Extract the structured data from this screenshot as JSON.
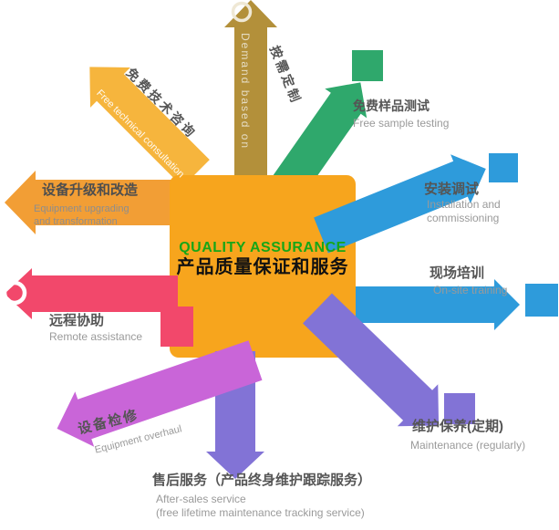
{
  "palette": {
    "hub_orange": "#F7A51D",
    "gold": "#B3903A",
    "yellow": "#F6B53D",
    "orange": "#F29E35",
    "red": "#F2486B",
    "orchid": "#C965D8",
    "purple": "#8273D6",
    "blue": "#2E9BDB",
    "green": "#2FA86C",
    "ring": "#FFFFFF",
    "label_dark": "#555555",
    "label_gray": "#9A9A9A"
  },
  "center": {
    "title_en": "QUALITY ASSURANCE",
    "title_zh": "产品质量保证和服务"
  },
  "spokes": {
    "demand": {
      "zh": "按需定制",
      "arrow_en": "Demand based on"
    },
    "free_tech": {
      "zh": "免费技术咨询",
      "en": "Free technical consultation"
    },
    "upgrade": {
      "zh": "设备升级和改造",
      "en1": "Equipment upgrading",
      "en2": "and transformation"
    },
    "remote": {
      "zh": "远程协助",
      "en": "Remote assistance"
    },
    "overhaul": {
      "zh": "设备检修",
      "en": "Equipment overhaul"
    },
    "aftersales": {
      "zh": "售后服务（产品终身维护跟踪服务）",
      "en1": "After-sales service",
      "en2": "(free lifetime maintenance tracking service)"
    },
    "maintenance": {
      "zh": "维护保养(定期)",
      "en": "Maintenance (regularly)"
    },
    "onsite": {
      "zh": "现场培训",
      "en": "On-site training"
    },
    "install": {
      "zh": "安装调试",
      "en1": "Installation and",
      "en2": "commissioning"
    },
    "sample": {
      "zh": "免费样品测试",
      "en": "Free sample testing"
    }
  }
}
